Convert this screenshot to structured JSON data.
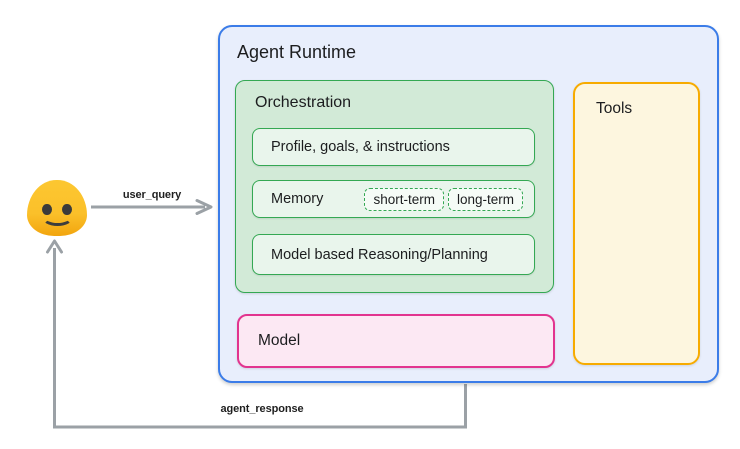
{
  "diagram": {
    "runtime": {
      "title": "Agent Runtime"
    },
    "orchestration": {
      "title": "Orchestration",
      "items": [
        {
          "label": "Profile, goals, & instructions"
        },
        {
          "label": "Memory",
          "chips": [
            "short-term",
            "long-term"
          ]
        },
        {
          "label": "Model based Reasoning/Planning"
        }
      ]
    },
    "model": {
      "title": "Model"
    },
    "tools": {
      "title": "Tools"
    },
    "user": {
      "icon": "user-blob-emoji"
    },
    "arrows": {
      "user_query": {
        "label": "user_query",
        "direction": "user-to-runtime"
      },
      "agent_response": {
        "label": "agent_response",
        "direction": "runtime-to-user"
      }
    }
  },
  "colors": {
    "runtime_border": "#3b7ce8",
    "runtime_fill": "#e8eefc",
    "orchestration_border": "#34a853",
    "orchestration_fill": "#d2ead7",
    "item_fill": "#e9f5ec",
    "model_border": "#e2348f",
    "model_fill": "#fce8f3",
    "tools_border": "#f7ab00",
    "tools_fill": "#fdf6df",
    "arrow_gray": "#9ba1a6",
    "emoji_yellow": "#fbc02a",
    "text": "#202124"
  }
}
